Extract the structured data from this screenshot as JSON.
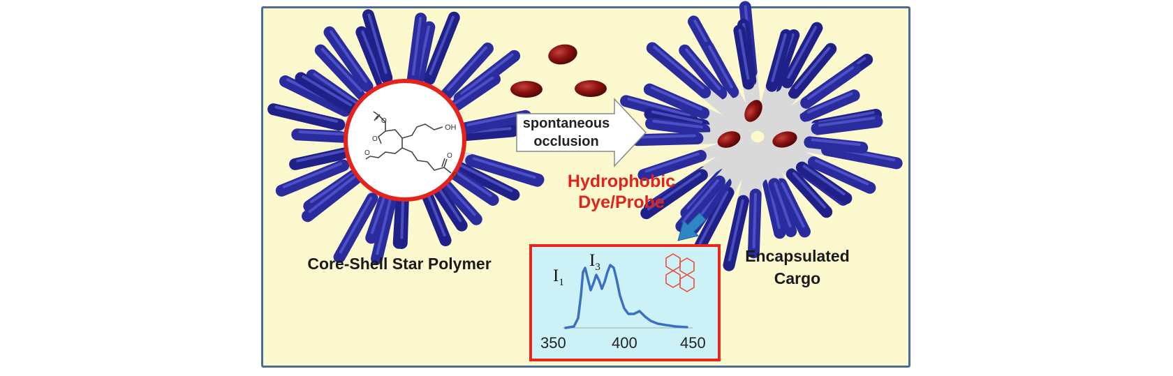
{
  "labels": {
    "left_caption": "Core-Shell Star Polymer",
    "right_caption_line1": "Encapsulated",
    "right_caption_line2": "Cargo",
    "arrow_line1": "spontaneous",
    "arrow_line2": "occlusion",
    "dye_line1": "Hydrophobic",
    "dye_line2": "Dye/Probe",
    "molecule_oh": "OH"
  },
  "spectrum": {
    "peak1_main": "I",
    "peak1_sub": "1",
    "peak3_main": "I",
    "peak3_sub": "3",
    "ticks": [
      "350",
      "400",
      "450"
    ]
  },
  "colors": {
    "frame_border": "#4d6b99",
    "background": "#fcf9cf",
    "arm_blue": "#2a2c9e",
    "arm_white": "#e6e6e6",
    "dye": "#8a1210",
    "accent_red": "#e0231b",
    "spectrum_line": "#3b6fc4",
    "spectrum_bg": "#ccf1f6",
    "pyrene_icon": "#ee4a3a"
  }
}
